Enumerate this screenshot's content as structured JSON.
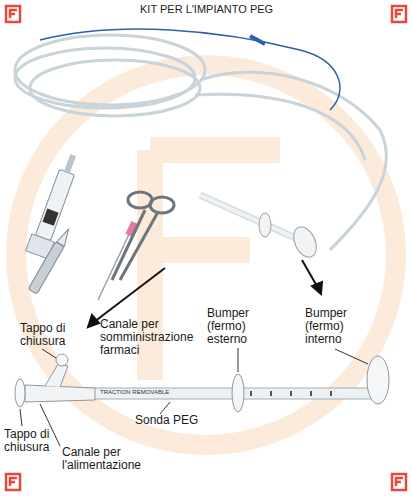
{
  "diagram": {
    "title": "KIT PER L'IMPIANTO PEG",
    "labels": [
      "Tappo di chiusura",
      "Canale per somministrazione farmaci",
      "Bumper (fermo) esterno",
      "Bumper (fermo) interno",
      "TRACTION REMOVABLE",
      "Sonda PEG",
      "Tappo di chiusura",
      "Canale per l'alimentazione"
    ]
  }
}
